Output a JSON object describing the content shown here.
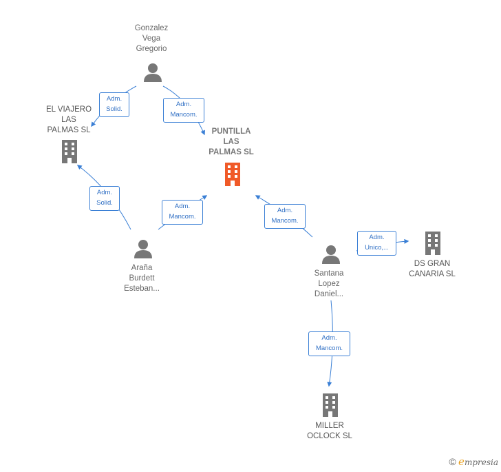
{
  "nodes": {
    "gonzalez": {
      "label": "Gonzalez\nVega\nGregorio",
      "type": "person"
    },
    "viajero": {
      "label": "EL VIAJERO\nLAS\nPALMAS  SL",
      "type": "company"
    },
    "puntilla": {
      "label": "PUNTILLA\nLAS\nPALMAS  SL",
      "type": "company-focus"
    },
    "arana": {
      "label": "Araña\nBurdett\nEsteban...",
      "type": "person"
    },
    "santana": {
      "label": "Santana\nLopez\nDaniel...",
      "type": "person"
    },
    "dsgran": {
      "label": "DS GRAN\nCANARIA  SL",
      "type": "company"
    },
    "miller": {
      "label": "MILLER\nOCLOCK SL",
      "type": "company"
    }
  },
  "relations": {
    "gonzalez_viajero": "Adm.\nSolid.",
    "gonzalez_puntilla": "Adm.\nMancom.",
    "arana_viajero": "Adm.\nSolid.",
    "arana_puntilla": "Adm.\nMancom.",
    "santana_puntilla": "Adm.\nMancom.",
    "santana_dsgran": "Adm.\nUnico,...",
    "santana_miller": "Adm.\nMancom."
  },
  "colors": {
    "edge": "#3a7fd5",
    "icon_gray": "#777777",
    "focus_orange": "#f05a28"
  },
  "brand": {
    "copyright": "©",
    "e": "e",
    "name": "mpresia"
  }
}
